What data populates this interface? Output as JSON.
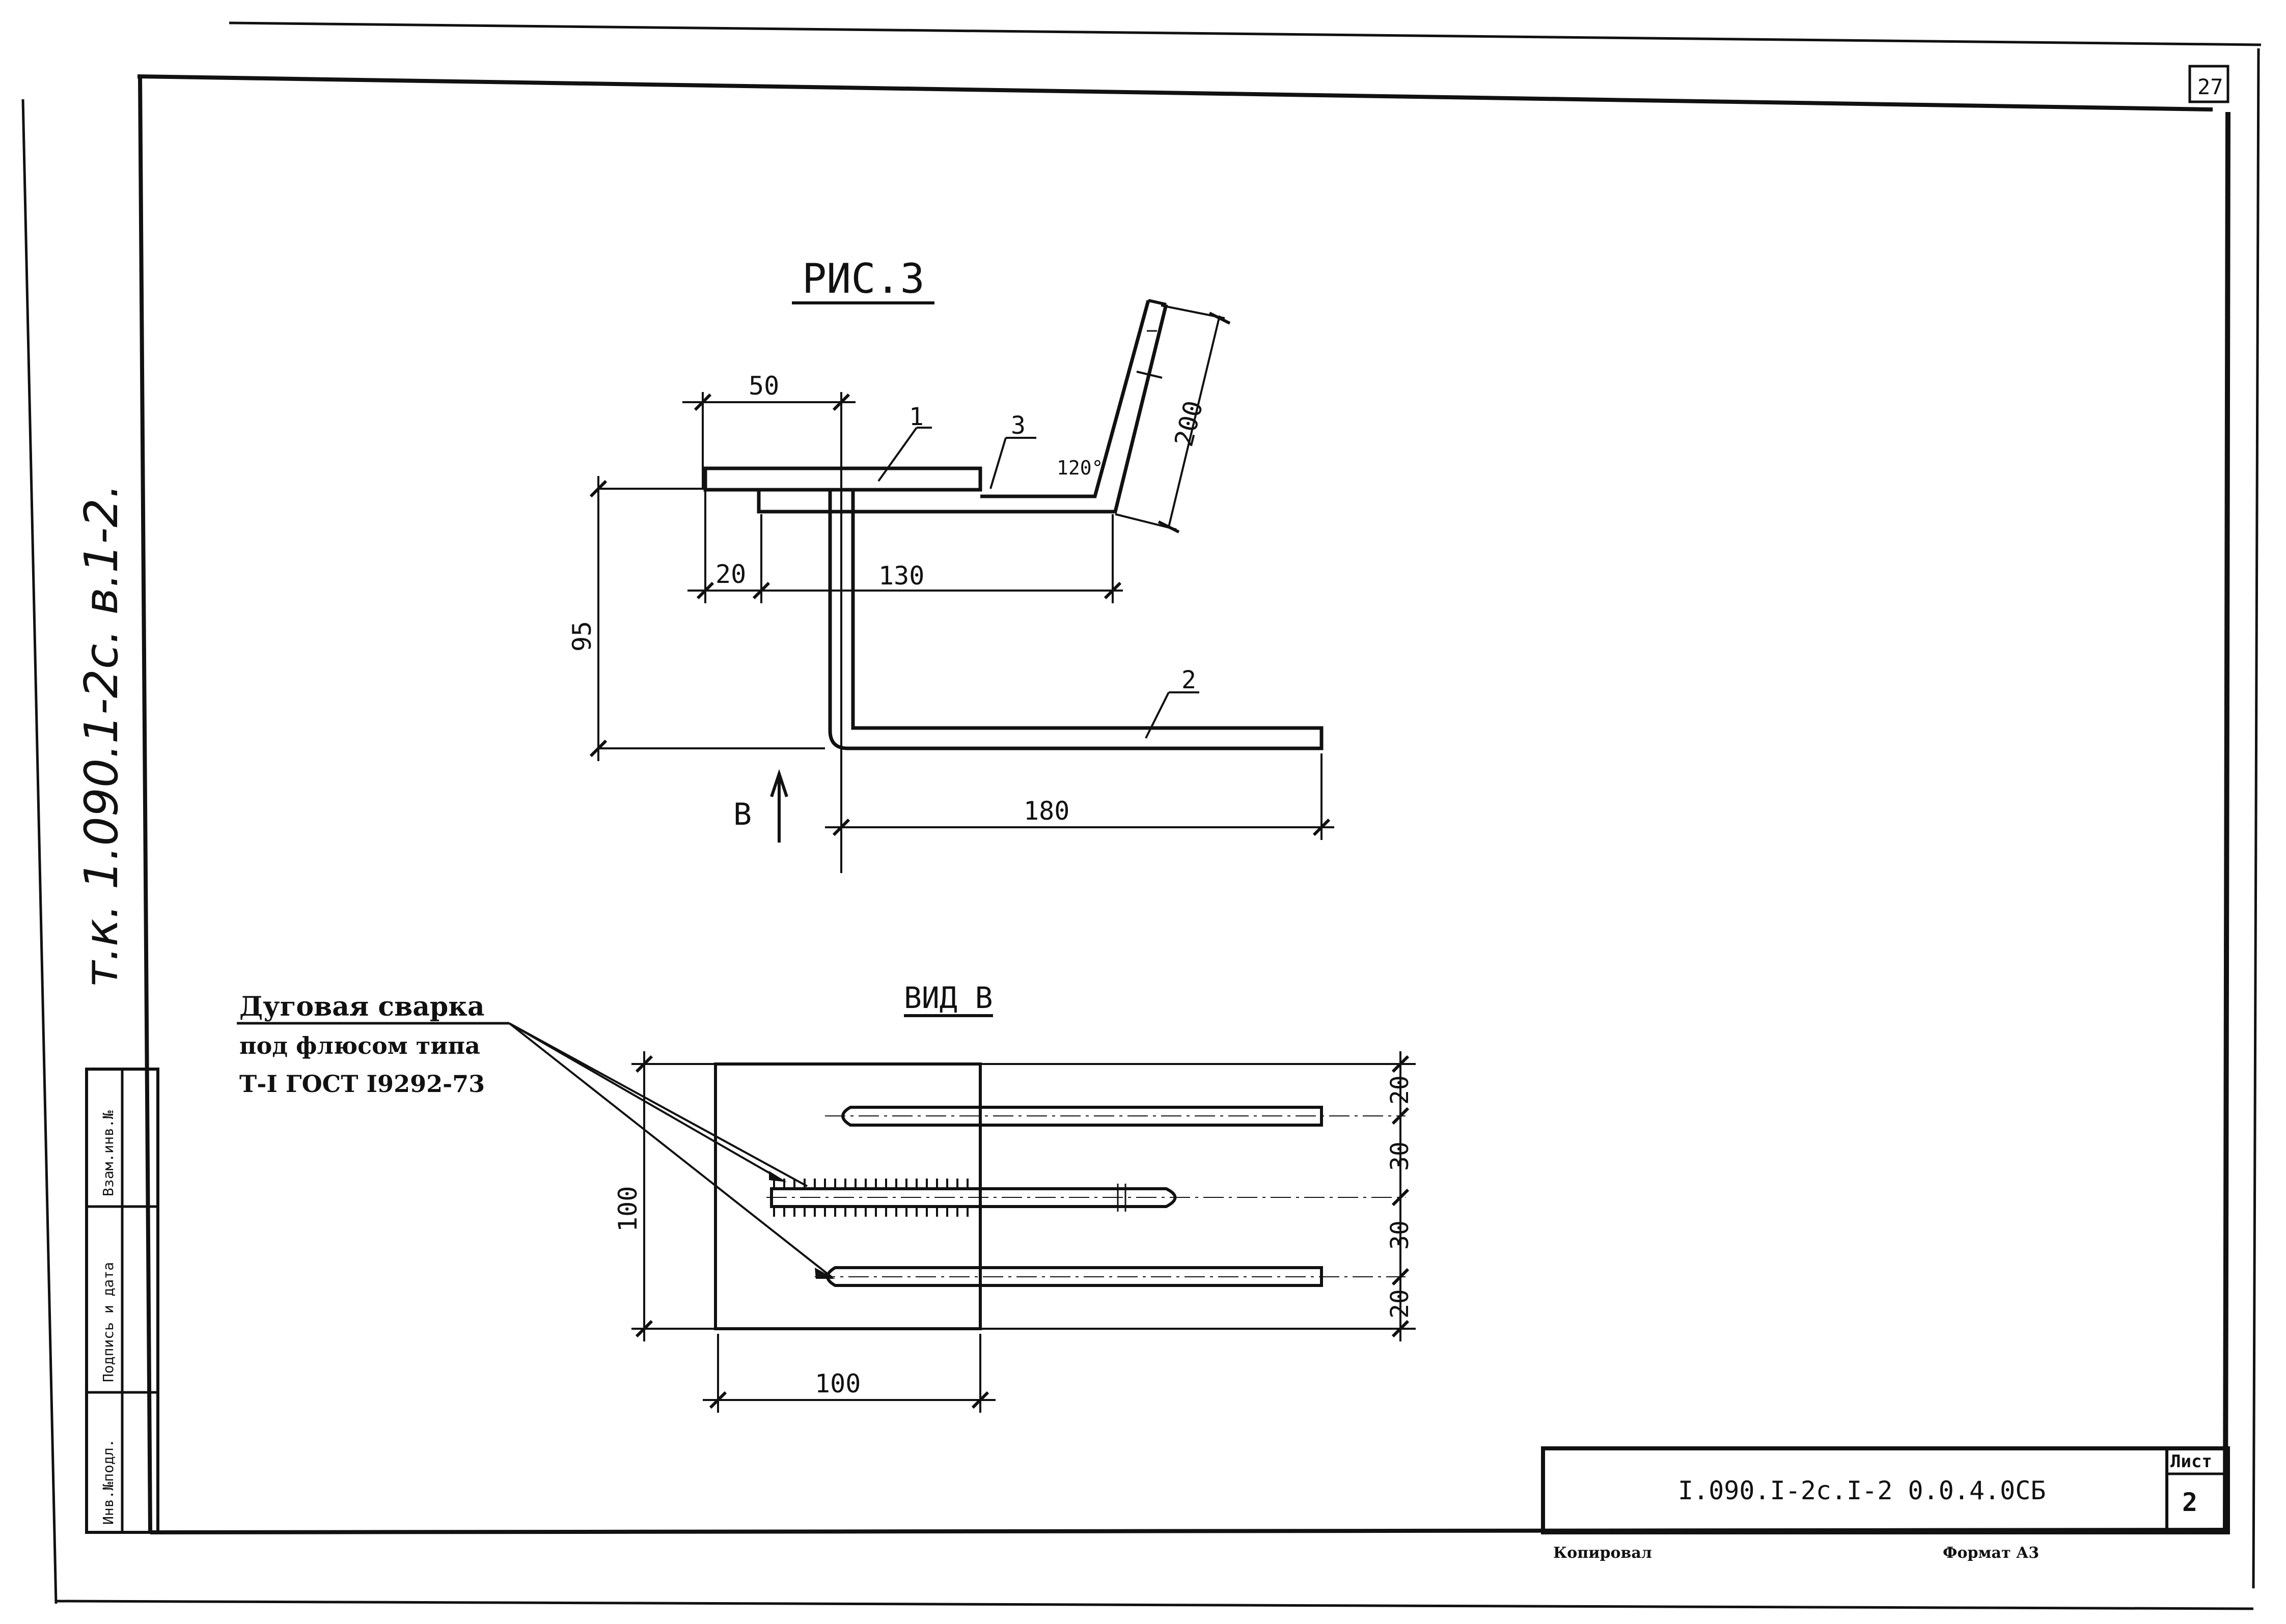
{
  "corner_mark": "27",
  "side_note": "т.к. 1.090.1-2с. в.1-2.",
  "side_stamp": {
    "col1": "Взам.инв.№",
    "col2": "Подпись и дата",
    "col3": "Инв.№подл."
  },
  "figure": {
    "title": "РИС.3",
    "dims": {
      "d50": "50",
      "d20": "20",
      "d130": "130",
      "d95": "95",
      "d180": "180",
      "d200": "200",
      "angle": "120°"
    },
    "callouts": {
      "c1": "1",
      "c2": "2",
      "c3": "3"
    },
    "view_arrow_label": "В"
  },
  "view": {
    "title": "ВИД В",
    "dims": {
      "w100": "100",
      "h100": "100",
      "r20a": "20",
      "r30a": "30",
      "r30b": "30",
      "r20b": "20"
    }
  },
  "weld_note": {
    "line1": "Дуговая сварка",
    "line2": "под флюсом типа",
    "line3": "Т-I ГОСТ I9292-73"
  },
  "title_block": {
    "code": "I.090.I-2с.I-2 0.0.4.0СБ",
    "sheet_label": "Лист",
    "sheet_no": "2"
  },
  "footer": {
    "copied": "Копировал",
    "format": "Формат А3"
  }
}
